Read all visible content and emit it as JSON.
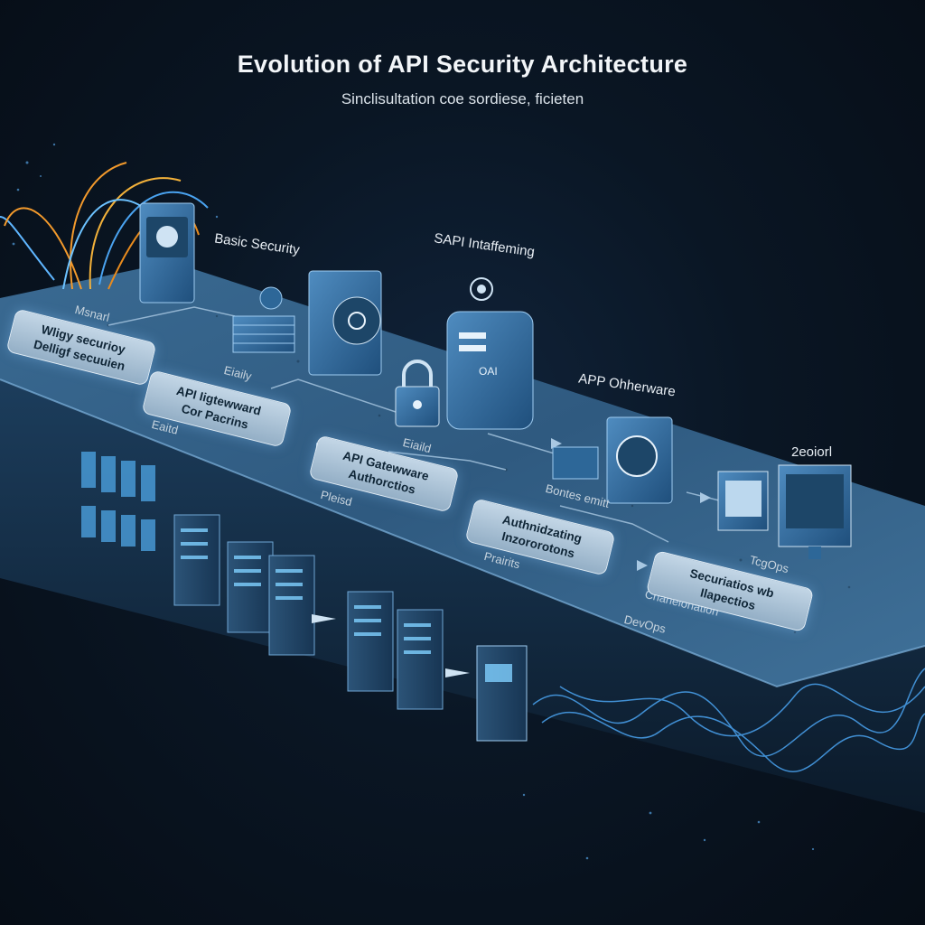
{
  "header": {
    "title": "Evolution of API Security Architecture",
    "subtitle": "Sinclisultation coe sordiese, ficieten"
  },
  "labels": {
    "basic_security": "Basic Security",
    "sapi": "SAPI Intaffeming",
    "app_otherware": "APP Ohherware",
    "zeoiorl": "2eoiorl",
    "msnarl": "Msnarl",
    "eiaily": "Eiaily",
    "eiaitd": "Eaitd",
    "eiaild": "Eiaild",
    "pleisd": "Pleisd",
    "bontes_emitt": "Bontes emitt",
    "prairits": "Prairits",
    "tcgops": "TcgOps",
    "devops": "DevOps",
    "collaboration": "Crlanelonation"
  },
  "stages": [
    {
      "line1": "Wligy securioy",
      "line2": "Delligf secuuien"
    },
    {
      "line1": "API Iigtewward",
      "line2": "Cor Pacrins"
    },
    {
      "line1": "API Gatewware",
      "line2": "Authorctios"
    },
    {
      "line1": "Authnidzating",
      "line2": "Inzororotons"
    },
    {
      "line1": "Securiatios wb",
      "line2": "Ilapectios"
    }
  ],
  "icons": {
    "vault_label": "OAI"
  }
}
